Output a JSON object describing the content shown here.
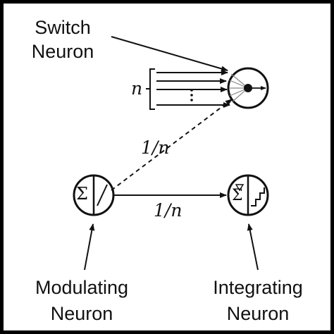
{
  "labels": {
    "switch_line1": "Switch",
    "switch_line2": "Neuron",
    "modulating_line1": "Modulating",
    "modulating_line2": "Neuron",
    "integrating_line1": "Integrating",
    "integrating_line2": "Neuron"
  },
  "math": {
    "n": "n",
    "weight_dashed": "1/n",
    "weight_solid": "1/n",
    "sigma": "Σ"
  },
  "colors": {
    "ink": "#111111",
    "background": "#ffffff",
    "border": "#000000"
  }
}
